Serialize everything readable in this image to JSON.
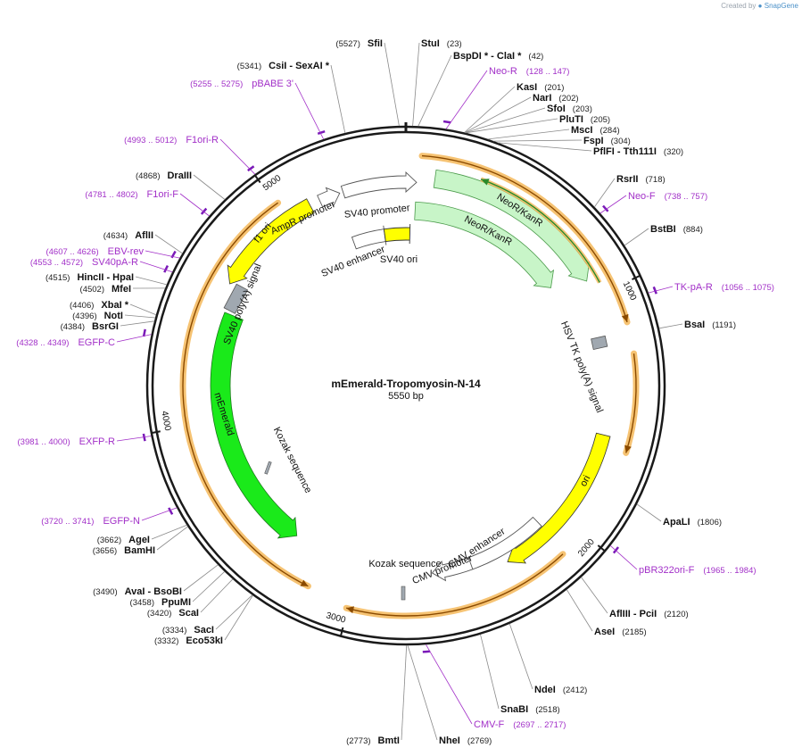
{
  "credit": {
    "created_by": "Created by",
    "brand": "SnapGene"
  },
  "plasmid": {
    "name": "mEmerald-Tropomyosin-N-14",
    "size_label": "5550 bp",
    "length": 5550
  },
  "colors": {
    "backbone": "#1a1a1a",
    "site_line": "#8a8a8a",
    "primer": "#a230c8",
    "orf_glow": "#f5b85a",
    "orf_arrow": "#8a4a00",
    "neo_fill": "#c8f5c8",
    "neo_stroke": "#4a9a4a",
    "ori_fill": "#ffff00",
    "gfp_fill": "#1aea1a",
    "promoter_fill": "#ffffff",
    "polya_fill": "#a0a8b0",
    "primer_bind": "#7a1ab8"
  },
  "ticks": [
    {
      "pos": 0,
      "label": ""
    },
    {
      "pos": 1000,
      "label": "1000"
    },
    {
      "pos": 2000,
      "label": "2000"
    },
    {
      "pos": 3000,
      "label": "3000"
    },
    {
      "pos": 4000,
      "label": "4000"
    },
    {
      "pos": 5000,
      "label": "5000"
    }
  ],
  "sites": [
    {
      "name": "SfiI",
      "pos_label": "(5527)",
      "pos": 5527,
      "side": "L"
    },
    {
      "name": "StuI",
      "pos_label": "(23)",
      "pos": 23,
      "side": "R"
    },
    {
      "name": "BspDI * - ClaI *",
      "pos_label": "(42)",
      "pos": 42,
      "side": "R"
    },
    {
      "name": "CsiI - SexAI *",
      "pos_label": "(5341)",
      "pos": 5341,
      "side": "L"
    },
    {
      "name": "KasI",
      "pos_label": "(201)",
      "pos": 201,
      "side": "R"
    },
    {
      "name": "NarI",
      "pos_label": "(202)",
      "pos": 202,
      "side": "R"
    },
    {
      "name": "SfoI",
      "pos_label": "(203)",
      "pos": 203,
      "side": "R"
    },
    {
      "name": "PluTI",
      "pos_label": "(205)",
      "pos": 205,
      "side": "R"
    },
    {
      "name": "MscI",
      "pos_label": "(284)",
      "pos": 284,
      "side": "R"
    },
    {
      "name": "FspI",
      "pos_label": "(304)",
      "pos": 304,
      "side": "R"
    },
    {
      "name": "PflFI - Tth111I",
      "pos_label": "(320)",
      "pos": 320,
      "side": "R"
    },
    {
      "name": "DraIII",
      "pos_label": "(4868)",
      "pos": 4868,
      "side": "L"
    },
    {
      "name": "RsrII",
      "pos_label": "(718)",
      "pos": 718,
      "side": "R"
    },
    {
      "name": "BstBI",
      "pos_label": "(884)",
      "pos": 884,
      "side": "R"
    },
    {
      "name": "AflII",
      "pos_label": "(4634)",
      "pos": 4634,
      "side": "L"
    },
    {
      "name": "HincII - HpaI",
      "pos_label": "(4515)",
      "pos": 4515,
      "side": "L"
    },
    {
      "name": "MfeI",
      "pos_label": "(4502)",
      "pos": 4502,
      "side": "L"
    },
    {
      "name": "BsaI",
      "pos_label": "(1191)",
      "pos": 1191,
      "side": "R"
    },
    {
      "name": "XbaI *",
      "pos_label": "(4406)",
      "pos": 4406,
      "side": "L"
    },
    {
      "name": "NotI",
      "pos_label": "(4396)",
      "pos": 4396,
      "side": "L"
    },
    {
      "name": "BsrGI",
      "pos_label": "(4384)",
      "pos": 4384,
      "side": "L"
    },
    {
      "name": "ApaLI",
      "pos_label": "(1806)",
      "pos": 1806,
      "side": "R"
    },
    {
      "name": "AgeI",
      "pos_label": "(3662)",
      "pos": 3662,
      "side": "L"
    },
    {
      "name": "BamHI",
      "pos_label": "(3656)",
      "pos": 3656,
      "side": "L"
    },
    {
      "name": "AvaI - BsoBI",
      "pos_label": "(3490)",
      "pos": 3490,
      "side": "L"
    },
    {
      "name": "PpuMI",
      "pos_label": "(3458)",
      "pos": 3458,
      "side": "L"
    },
    {
      "name": "ScaI",
      "pos_label": "(3420)",
      "pos": 3420,
      "side": "L"
    },
    {
      "name": "AflIII - PciI",
      "pos_label": "(2120)",
      "pos": 2120,
      "side": "R"
    },
    {
      "name": "AseI",
      "pos_label": "(2185)",
      "pos": 2185,
      "side": "R"
    },
    {
      "name": "SacI",
      "pos_label": "(3334)",
      "pos": 3334,
      "side": "L"
    },
    {
      "name": "Eco53kI",
      "pos_label": "(3332)",
      "pos": 3332,
      "side": "L"
    },
    {
      "name": "NdeI",
      "pos_label": "(2412)",
      "pos": 2412,
      "side": "R"
    },
    {
      "name": "SnaBI",
      "pos_label": "(2518)",
      "pos": 2518,
      "side": "R"
    },
    {
      "name": "BmtI",
      "pos_label": "(2773)",
      "pos": 2773,
      "side": "L"
    },
    {
      "name": "NheI",
      "pos_label": "(2769)",
      "pos": 2769,
      "side": "R"
    }
  ],
  "primers": [
    {
      "name": "Neo-R",
      "range": "(128 .. 147)",
      "pos": 137,
      "side": "R"
    },
    {
      "name": "pBABE 3'",
      "range": "(5255 .. 5275)",
      "pos": 5265,
      "side": "L"
    },
    {
      "name": "F1ori-R",
      "range": "(4993 .. 5012)",
      "pos": 5002,
      "side": "L"
    },
    {
      "name": "F1ori-F",
      "range": "(4781 .. 4802)",
      "pos": 4791,
      "side": "L"
    },
    {
      "name": "Neo-F",
      "range": "(738 .. 757)",
      "pos": 747,
      "side": "R"
    },
    {
      "name": "EBV-rev",
      "range": "(4607 .. 4626)",
      "pos": 4616,
      "side": "L"
    },
    {
      "name": "SV40pA-R",
      "range": "(4553 .. 4572)",
      "pos": 4562,
      "side": "L"
    },
    {
      "name": "TK-pA-R",
      "range": "(1056 .. 1075)",
      "pos": 1065,
      "side": "R"
    },
    {
      "name": "EGFP-C",
      "range": "(4328 .. 4349)",
      "pos": 4338,
      "side": "L"
    },
    {
      "name": "EXFP-R",
      "range": "(3981 .. 4000)",
      "pos": 3990,
      "side": "L"
    },
    {
      "name": "EGFP-N",
      "range": "(3720 .. 3741)",
      "pos": 3730,
      "side": "L"
    },
    {
      "name": "pBR322ori-F",
      "range": "(1965 .. 1984)",
      "pos": 1974,
      "side": "R"
    },
    {
      "name": "CMV-F",
      "range": "(2697 .. 2717)",
      "pos": 2707,
      "side": "R"
    }
  ],
  "features": [
    {
      "id": "neo-kan-1",
      "label": "NeoR/KanR",
      "type": "neo"
    },
    {
      "id": "neo-kan-2",
      "label": "NeoR/KanR",
      "type": "neo"
    },
    {
      "id": "hsv-tk",
      "label": "HSV TK poly(A) signal",
      "type": "polya"
    },
    {
      "id": "ori",
      "label": "ori",
      "type": "ori"
    },
    {
      "id": "cmv-enh",
      "label": "CMV enhancer",
      "type": "promoter"
    },
    {
      "id": "cmv-prom",
      "label": "CMV promoter",
      "type": "promoter"
    },
    {
      "id": "kozak-1",
      "label": "Kozak sequence",
      "type": "kozak"
    },
    {
      "id": "kozak-2",
      "label": "Kozak sequence",
      "type": "kozak"
    },
    {
      "id": "memerald",
      "label": "mEmerald",
      "type": "gfp"
    },
    {
      "id": "sv40-polya",
      "label": "SV40 poly(A) signal",
      "type": "polya"
    },
    {
      "id": "f1-ori",
      "label": "f1 ori",
      "type": "ori"
    },
    {
      "id": "ampr-prom",
      "label": "AmpR promoter",
      "type": "promoter"
    },
    {
      "id": "sv40-prom",
      "label": "SV40 promoter",
      "type": "promoter"
    },
    {
      "id": "sv40-enh",
      "label": "SV40 enhancer",
      "type": "promoter"
    },
    {
      "id": "sv40-ori",
      "label": "SV40 ori",
      "type": "ori"
    }
  ]
}
